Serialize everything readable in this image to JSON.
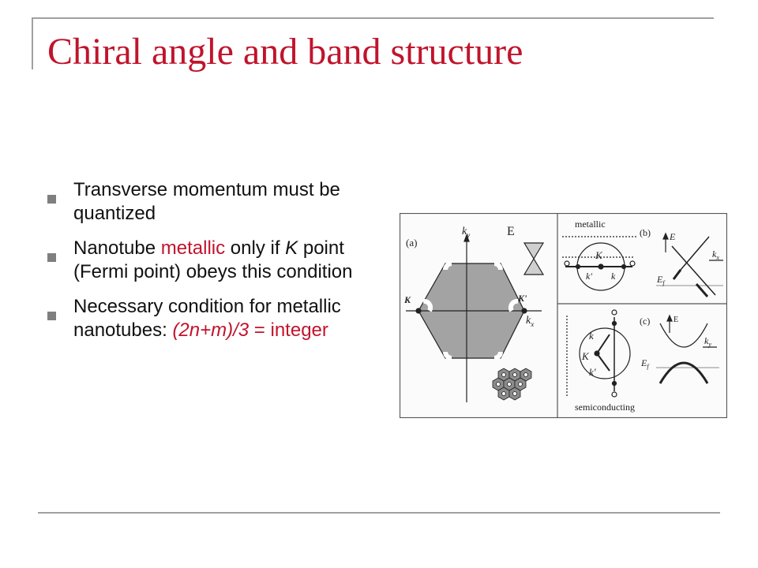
{
  "slide": {
    "title": "Chiral angle and band structure",
    "bullets": [
      {
        "text": "Transverse momentum must be quantized"
      },
      {
        "pre": "Nanotube ",
        "highlight": "metallic",
        "mid": " only if ",
        "italic": "K",
        "post": " point (Fermi point) obeys this condition"
      },
      {
        "pre": "Necessary condition for metallic nanotubes: ",
        "formula": "(2n+m)/3",
        "eq": " = integer"
      }
    ],
    "accent_color": "#c0142c"
  },
  "figure": {
    "panel_a": {
      "label": "(a)",
      "ky": "k",
      "ky_sub": "y",
      "kx": "k",
      "kx_sub": "x",
      "K": "K",
      "Kprime": "K'",
      "E": "E"
    },
    "panel_b": {
      "label": "(b)",
      "title": "metallic",
      "K": "K",
      "k": "k",
      "kprime": "k'",
      "E": "E",
      "Ef": "E",
      "Ef_sub": "f",
      "kx": "k",
      "kx_sub": "x"
    },
    "panel_c": {
      "label": "(c)",
      "title": "semiconducting",
      "K": "K",
      "k": "k",
      "kprime": "k'",
      "E": "E",
      "Ef": "E",
      "Ef_sub": "f",
      "ky": "k",
      "ky_sub": "y"
    }
  }
}
